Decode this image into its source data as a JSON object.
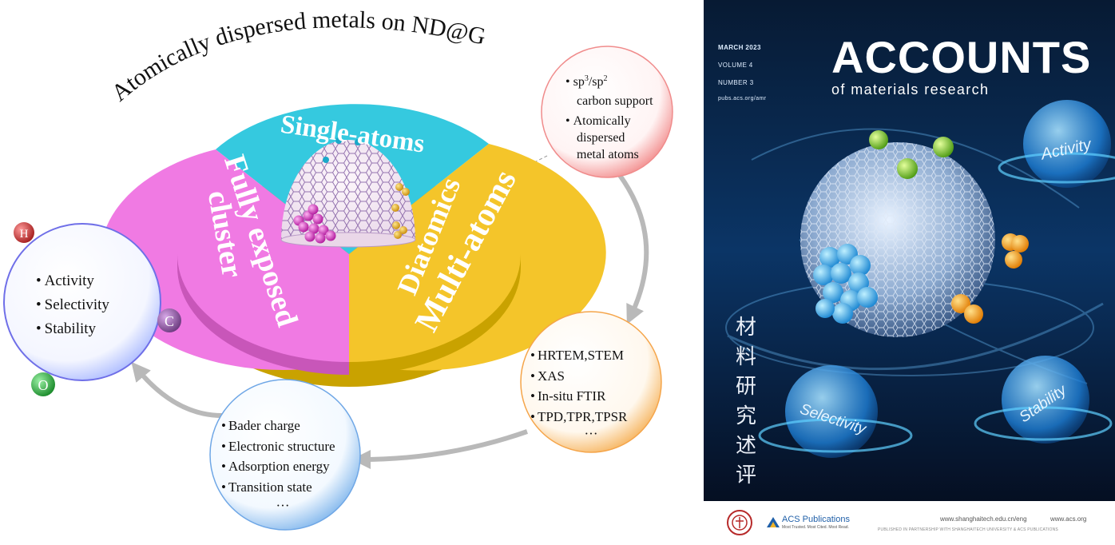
{
  "figure": {
    "title": "Atomically dispersed metals on ND@G",
    "sectors": {
      "single": "Single-atoms",
      "cluster_line1": "Fully exposed",
      "cluster_line2": "cluster",
      "multi_line1": "Diatomics",
      "multi_line2": "Multi-atoms"
    },
    "bubble_support": {
      "item1_main": "sp",
      "item1_sup1": "3",
      "item1_sep": "/sp",
      "item1_sup2": "2",
      "item1_line2": "carbon support",
      "item2_line1": "Atomically",
      "item2_line2": "dispersed",
      "item2_line3": "metal atoms"
    },
    "bubble_characterization": {
      "items": [
        "HRTEM,STEM",
        "XAS",
        "In-situ FTIR",
        "TPD,TPR,TPSR"
      ],
      "ellipsis": "···"
    },
    "bubble_theory": {
      "items": [
        "Bader charge",
        "Electronic structure",
        "Adsorption energy",
        "Transition state"
      ],
      "ellipsis": "···"
    },
    "bubble_performance": {
      "items": [
        "Activity",
        "Selectivity",
        "Stability"
      ]
    },
    "atoms": {
      "h": "H",
      "c": "C",
      "o": "O"
    },
    "bullet": "•",
    "colors": {
      "single_sector": "#35c9df",
      "cluster_sector": "#f07ae3",
      "multi_sector": "#f4c52a",
      "arrow": "#b9b9b9"
    }
  },
  "cover": {
    "month": "MARCH 2023",
    "volume": "VOLUME 4",
    "number": "NUMBER 3",
    "url": "pubs.acs.org/amr",
    "title": "ACCOUNTS",
    "subtitle": "of materials research",
    "bubble_activity": "Activity",
    "bubble_selectivity": "Selectivity",
    "bubble_stability": "Stability",
    "chinese_chars": [
      "材",
      "料",
      "研",
      "究",
      "述",
      "评"
    ],
    "publisher": "ACS Publications",
    "publisher_tagline": "Most Trusted. Most Cited. Most Read.",
    "url_shanghaitech": "www.shanghaitech.edu.cn/eng",
    "url_acs": "www.acs.org",
    "partnership": "PUBLISHED IN PARTNERSHIP WITH SHANGHAITECH UNIVERSITY & ACS PUBLICATIONS"
  }
}
